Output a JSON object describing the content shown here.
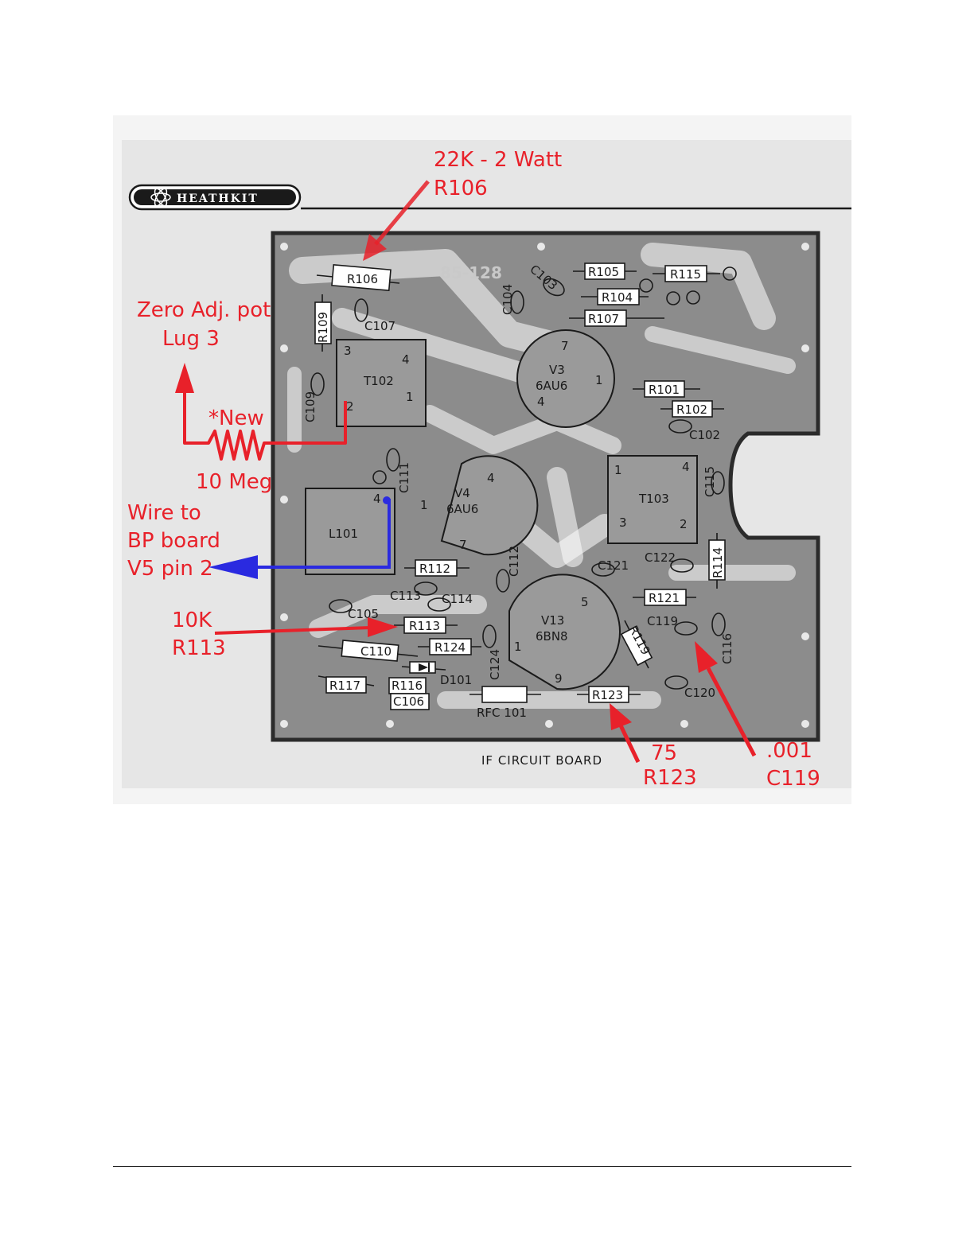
{
  "logo": {
    "brand": "HEATHKIT"
  },
  "board": {
    "part_number": "85-128",
    "caption": "IF CIRCUIT BOARD"
  },
  "components": {
    "resistors": [
      "R106",
      "R109",
      "R105",
      "R115",
      "R104",
      "R107",
      "R101",
      "R102",
      "R114",
      "R112",
      "R113",
      "R124",
      "R121",
      "R119",
      "R117",
      "R116",
      "R123"
    ],
    "capacitors": [
      "C107",
      "C109",
      "C103",
      "C104",
      "C102",
      "C111",
      "C115",
      "C122",
      "C121",
      "C112",
      "C113",
      "C114",
      "C105",
      "C110",
      "C119",
      "C116",
      "C124",
      "C106",
      "C120"
    ],
    "transformers": [
      "T102",
      "T103"
    ],
    "coil": "L101",
    "diode": "D101",
    "rfc": "RFC 101",
    "tubes": [
      {
        "name": "V3",
        "type": "6AU6",
        "pins": [
          "7",
          "1",
          "4"
        ]
      },
      {
        "name": "V4",
        "type": "6AU6",
        "pins": [
          "4",
          "1",
          "7"
        ]
      },
      {
        "name": "V13",
        "type": "6BN8",
        "pins": [
          "5",
          "1",
          "9"
        ]
      }
    ],
    "t102_pins": [
      "3",
      "4",
      "1",
      "2"
    ],
    "t103_pins": [
      "1",
      "4",
      "3",
      "2"
    ],
    "l101_pin": "4"
  },
  "annotations": {
    "r106": {
      "line1": "22K - 2 Watt",
      "line2": "R106"
    },
    "zero_adj": {
      "line1": "Zero Adj. pot",
      "line2": "Lug 3"
    },
    "new_resistor": {
      "line1": "*New",
      "line2": "10 Meg"
    },
    "wire": {
      "line1": "Wire to",
      "line2": "BP board",
      "line3": "V5 pin 2"
    },
    "r113": {
      "line1": "10K",
      "line2": "R113"
    },
    "r123": {
      "line1": "75",
      "line2": "R123"
    },
    "c119": {
      "line1": ".001",
      "line2": "C119"
    }
  },
  "colors": {
    "annotation_red": "#e8212a",
    "annotation_blue": "#2a2ae0",
    "board_gray": "#8c8c8c",
    "board_edge": "#2b2b2b"
  }
}
